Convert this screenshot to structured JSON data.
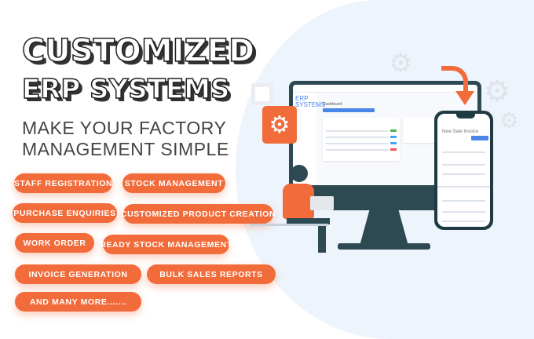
{
  "headline": {
    "line1": "CUSTOMIZED",
    "line2": "ERP SYSTEMS"
  },
  "subheadline": {
    "line1": "MAKE YOUR FACTORY",
    "line2": "MANAGEMENT SIMPLE"
  },
  "features": [
    "STAFF REGISTRATION",
    "STOCK MANAGEMENT",
    "PURCHASE ENQUIRIES",
    "CUSTOMIZED PRODUCT CREATION",
    "WORK ORDER",
    "READY STOCK MANAGEMENT",
    "INVOICE GENERATION",
    "BULK SALES REPORTS",
    "AND MANY MORE......."
  ],
  "monitor": {
    "logo": "ERP SYSTEMS",
    "page_title": "Dashboard"
  },
  "phone": {
    "page_title": "New Sale Invoice"
  },
  "colors": {
    "accent": "#f26b3a",
    "dark": "#2d4a53",
    "background": "#eef4fb",
    "primary_button": "#4a86e8"
  },
  "icons": [
    "gear-icon",
    "arrow-down-icon",
    "person-with-laptop-illustration"
  ]
}
